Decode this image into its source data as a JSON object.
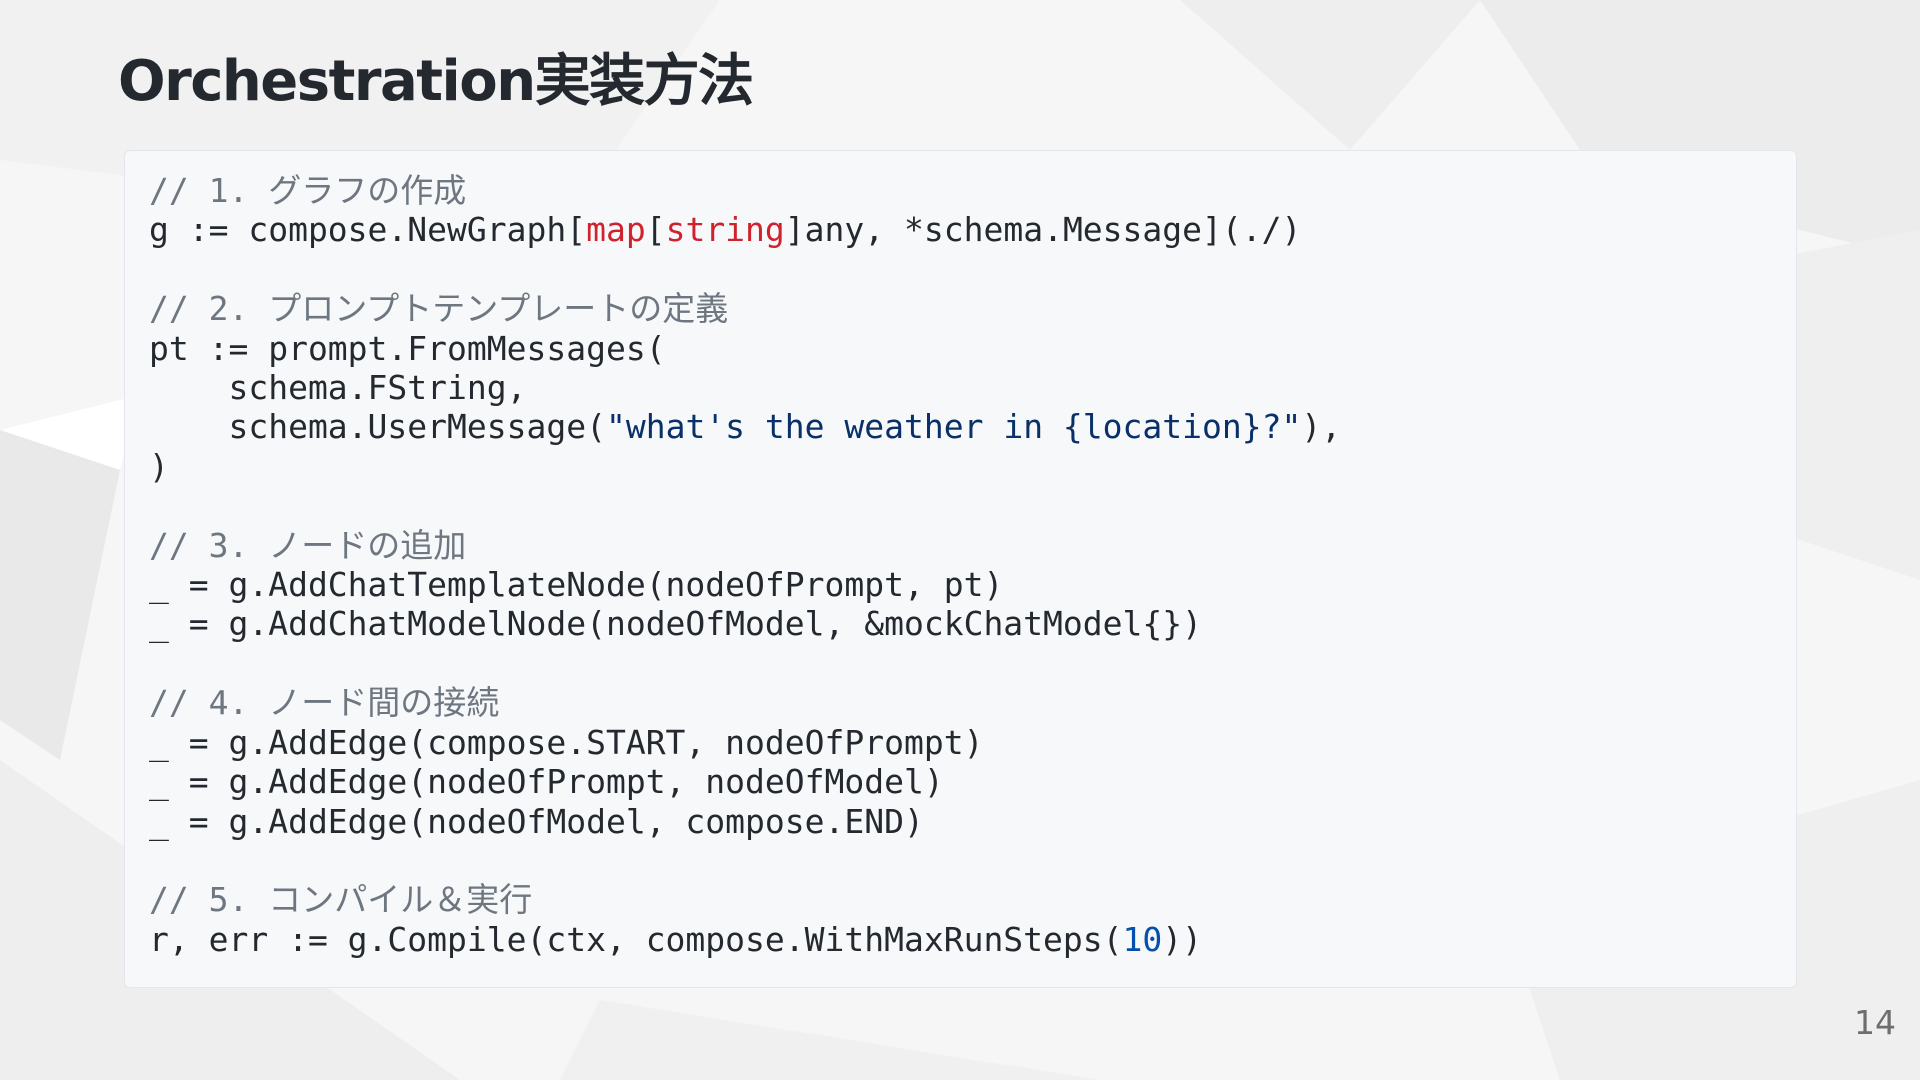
{
  "slide": {
    "title": "Orchestration実装方法",
    "page_number": "14"
  },
  "colors": {
    "text": "#24292f",
    "comment": "#6e7781",
    "keyword": "#cf222e",
    "string": "#0a3069",
    "number": "#0550ae",
    "code_background": "#f6f8fa"
  },
  "code": {
    "language": "go",
    "lines": [
      [
        {
          "t": "// 1. グラフの作成",
          "k": "comment"
        }
      ],
      [
        {
          "t": "g := compose.NewGraph[",
          "k": "plain"
        },
        {
          "t": "map",
          "k": "keyword"
        },
        {
          "t": "[",
          "k": "plain"
        },
        {
          "t": "string",
          "k": "keyword"
        },
        {
          "t": "]any, *schema.Message](./)",
          "k": "plain"
        }
      ],
      [],
      [
        {
          "t": "// 2. プロンプトテンプレートの定義",
          "k": "comment"
        }
      ],
      [
        {
          "t": "pt := prompt.FromMessages(",
          "k": "plain"
        }
      ],
      [
        {
          "t": "    schema.FString,",
          "k": "plain"
        }
      ],
      [
        {
          "t": "    schema.UserMessage(",
          "k": "plain"
        },
        {
          "t": "\"what's the weather in {location}?\"",
          "k": "string"
        },
        {
          "t": "),",
          "k": "plain"
        }
      ],
      [
        {
          "t": ")",
          "k": "plain"
        }
      ],
      [],
      [
        {
          "t": "// 3. ノードの追加",
          "k": "comment"
        }
      ],
      [
        {
          "t": "_ = g.AddChatTemplateNode(nodeOfPrompt, pt)",
          "k": "plain"
        }
      ],
      [
        {
          "t": "_ = g.AddChatModelNode(nodeOfModel, &mockChatModel{})",
          "k": "plain"
        }
      ],
      [],
      [
        {
          "t": "// 4. ノード間の接続",
          "k": "comment"
        }
      ],
      [
        {
          "t": "_ = g.AddEdge(compose.START, nodeOfPrompt)",
          "k": "plain"
        }
      ],
      [
        {
          "t": "_ = g.AddEdge(nodeOfPrompt, nodeOfModel)",
          "k": "plain"
        }
      ],
      [
        {
          "t": "_ = g.AddEdge(nodeOfModel, compose.END)",
          "k": "plain"
        }
      ],
      [],
      [
        {
          "t": "// 5. コンパイル＆実行",
          "k": "comment"
        }
      ],
      [
        {
          "t": "r, err := g.Compile(ctx, compose.WithMaxRunSteps(",
          "k": "plain"
        },
        {
          "t": "10",
          "k": "number"
        },
        {
          "t": "))",
          "k": "plain"
        }
      ]
    ]
  }
}
